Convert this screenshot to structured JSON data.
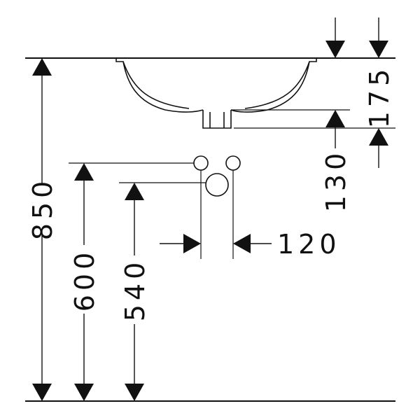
{
  "dimensions": {
    "total_height": "850",
    "overflow_height": "600",
    "drain_height": "540",
    "basin_depth": "175",
    "drain_offset": "130",
    "drain_spacing": "120"
  },
  "colors": {
    "line": "#111111",
    "background": "#ffffff"
  }
}
